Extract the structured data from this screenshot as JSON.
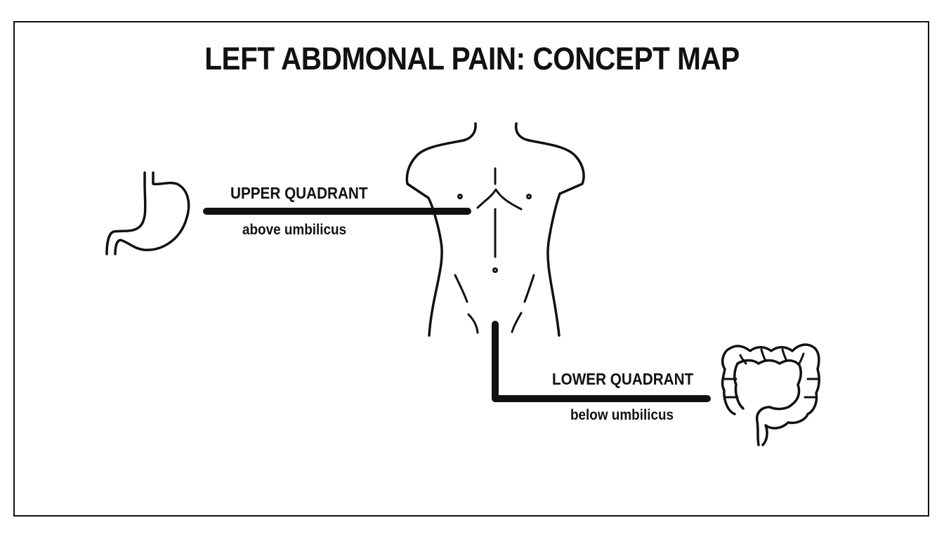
{
  "title": "LEFT ABDMONAL PAIN: CONCEPT MAP",
  "upper": {
    "heading": "UPPER QUADRANT",
    "detail": "above umbilicus",
    "organ_icon": "stomach-icon"
  },
  "lower": {
    "heading": "LOWER QUADRANT",
    "detail": "below umbilicus",
    "organ_icon": "colon-icon"
  },
  "center_icon": "torso-icon",
  "colors": {
    "ink": "#111111",
    "background": "#ffffff"
  }
}
